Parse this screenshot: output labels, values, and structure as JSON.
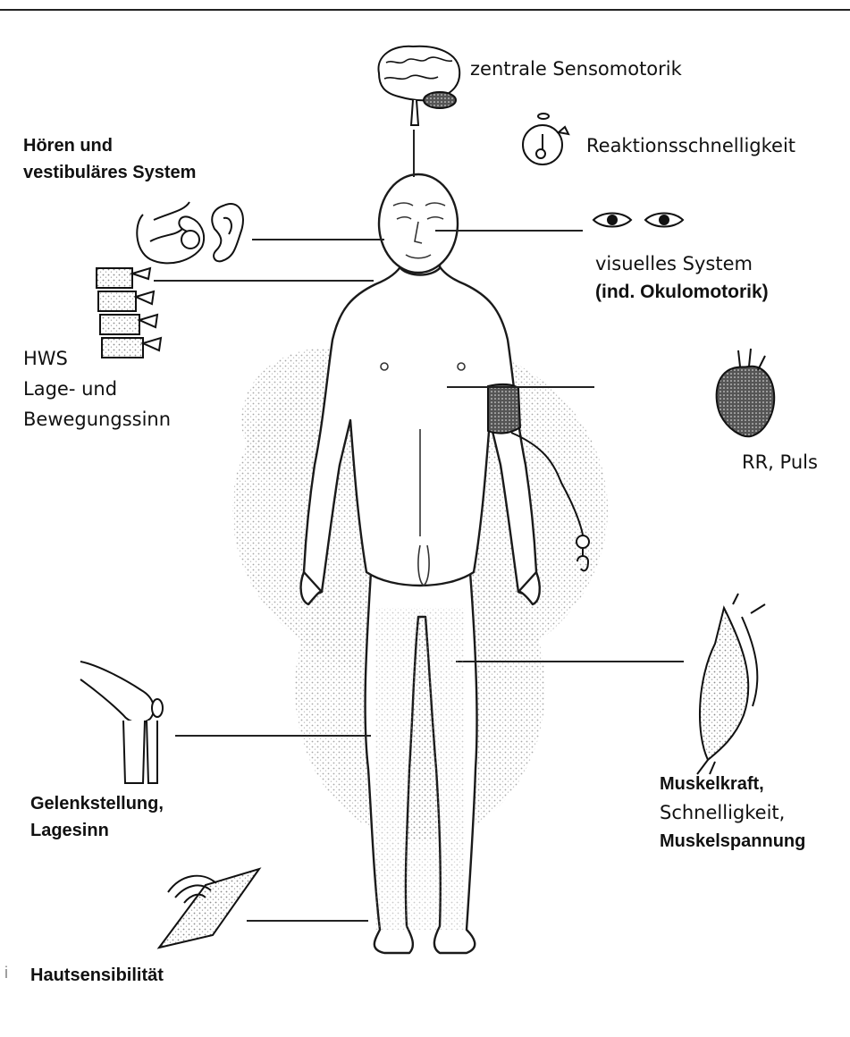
{
  "labels": {
    "sensomotorik": "zentrale Sensomotorik",
    "reaktion": "Reaktionsschnelligkeit",
    "hoeren": [
      "Hören und",
      "vestibuläres  System"
    ],
    "visuell": [
      "visuelles System",
      "(ind.  Okulomotorik)"
    ],
    "hws": [
      "HWS",
      "Lage- und",
      "Bewegungssinn"
    ],
    "rr": "RR, Puls",
    "gelenk": [
      "Gelenkstellung,",
      "Lagesinn"
    ],
    "muskel": [
      "Muskelkraft,",
      "Schnelligkeit,",
      "Muskelspannung"
    ],
    "haut": "Hautsensibilität",
    "marker": "i"
  },
  "colors": {
    "ink": "#111111",
    "line": "#222222",
    "stipple": "#9a9a9a"
  },
  "icons": [
    "brain-icon",
    "stopwatch-icon",
    "inner-ear-icon",
    "ear-icon",
    "eyes-icon",
    "cervical-spine-icon",
    "heart-icon",
    "knee-joint-icon",
    "muscle-icon",
    "skin-sensor-icon",
    "blood-pressure-cuff-icon"
  ]
}
